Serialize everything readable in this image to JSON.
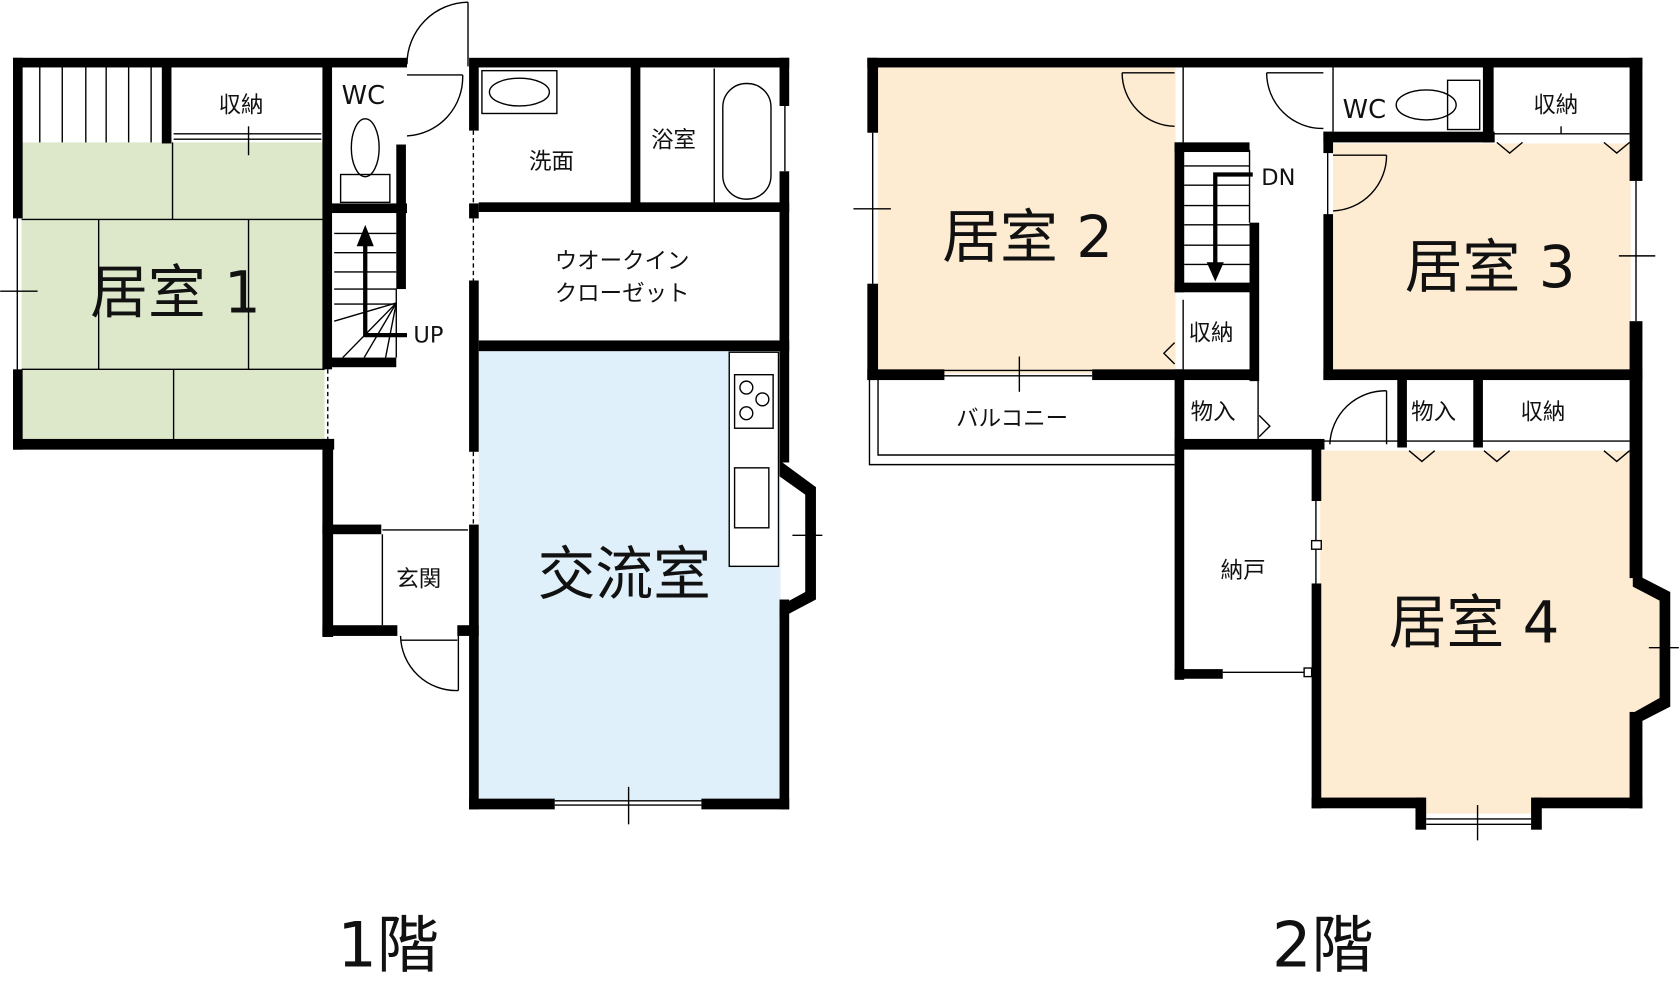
{
  "colors": {
    "washitsu": "#dde8cb",
    "bedroom": "#fdebd2",
    "living": "#dff0fa",
    "wall": "#000000"
  },
  "floor1": {
    "label": "1階",
    "rooms": {
      "room1": "居室 1",
      "storage": "収納",
      "wc": "WC",
      "stairs_up": "UP",
      "washroom": "洗面",
      "bathroom": "浴室",
      "walkin_line1": "ウオークイン",
      "walkin_line2": "クローゼット",
      "exchange_room": "交流室",
      "entrance": "玄関"
    }
  },
  "floor2": {
    "label": "2階",
    "rooms": {
      "room2": "居室 2",
      "room3": "居室 3",
      "room4": "居室 4",
      "wc": "WC",
      "storage_top": "収納",
      "stairs_down": "DN",
      "storage_mid": "収納",
      "balcony": "バルコニー",
      "closet_a": "物入",
      "closet_b": "物入",
      "storage_right": "収納",
      "nando": "納戸"
    }
  }
}
